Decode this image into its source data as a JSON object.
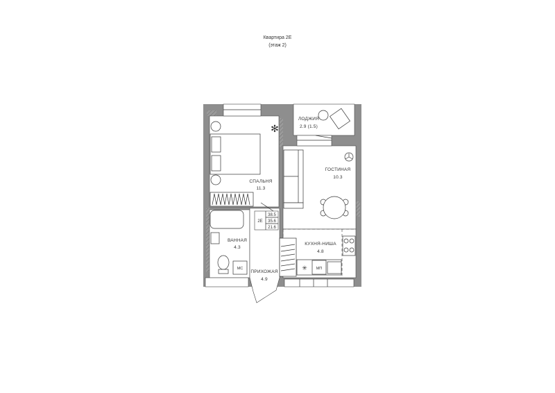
{
  "header": {
    "title": "Квартира 2Е",
    "subtitle": "(этаж 2)"
  },
  "rooms": {
    "loggia": {
      "name": "ЛОДЖИЯ",
      "area": "2.9 (1.5)"
    },
    "living": {
      "name": "ГОСТИНАЯ",
      "area": "10.3"
    },
    "bedroom": {
      "name": "СПАЛЬНЯ",
      "area": "11.3"
    },
    "bathroom": {
      "name": "ВАННАЯ",
      "area": "4.3"
    },
    "kitchen": {
      "name": "КУХНЯ-НИША",
      "area": "4.8"
    },
    "hallway": {
      "name": "ПРИХОЖАЯ",
      "area": "4.9"
    }
  },
  "summary": {
    "apartment": "2Е",
    "total_area": "38.5",
    "area_without_loggia": "35.6",
    "living_area": "21.6"
  },
  "appliances": {
    "washer": "МС",
    "dishwasher": "МП"
  },
  "colors": {
    "wall": "#8e8e8e",
    "line": "#333333"
  }
}
